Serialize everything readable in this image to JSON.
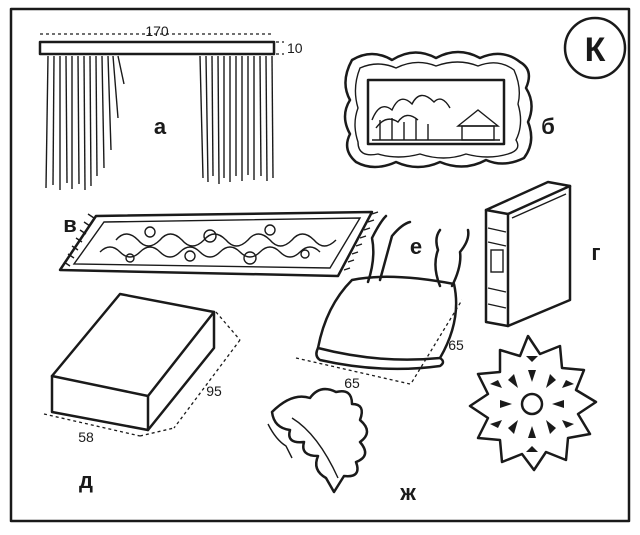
{
  "badge": {
    "letter": "К"
  },
  "labels": {
    "a": "а",
    "b": "б",
    "v": "в",
    "g": "г",
    "d": "д",
    "e": "е",
    "zh": "ж"
  },
  "dimensions": {
    "curtain_width": "170",
    "curtain_rod": "10",
    "block_depth": "95",
    "block_width": "58",
    "cushion_side": "65",
    "cushion_front": "65"
  }
}
